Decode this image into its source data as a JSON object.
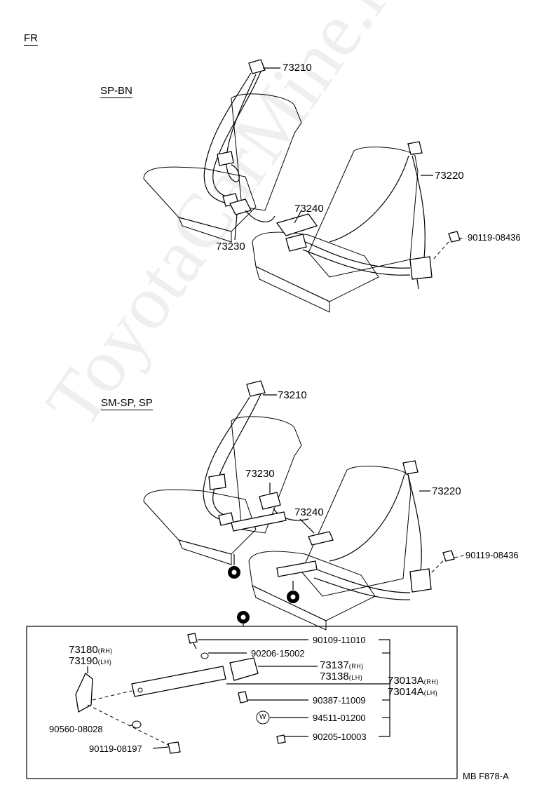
{
  "header": {
    "direction_label": "FR"
  },
  "watermark": "ToyotaCarMine.ru",
  "section1": {
    "title": "SP-BN",
    "parts": {
      "shoulder_upper": "73210",
      "shoulder_rh": "73220",
      "buckle_inner": "73230",
      "buckle_center": "73240",
      "bolt": "90119-08436"
    }
  },
  "section2": {
    "title": "SM-SP, SP",
    "parts": {
      "shoulder_upper": "73210",
      "shoulder_rh": "73220",
      "buckle_inner": "73230",
      "buckle_center": "73240",
      "bolt": "90119-08436"
    }
  },
  "detail": {
    "bracket_rh": "73180",
    "bracket_lh": "73190",
    "rh_tag": "(RH)",
    "lh_tag": "(LH)",
    "washer": "90560-08028",
    "bolt_bottom": "90119-08197",
    "bolt_top": "90109-11010",
    "washer_top": "90206-15002",
    "cover_rh": "73137",
    "cover_lh": "73138",
    "assy_rh": "73013A",
    "assy_lh": "73014A",
    "collar": "90387-11009",
    "wave_washer": "94511-01200",
    "nut": "90205-10003",
    "wave_mark": "W"
  },
  "footer": {
    "code": "MB  F878-A"
  }
}
